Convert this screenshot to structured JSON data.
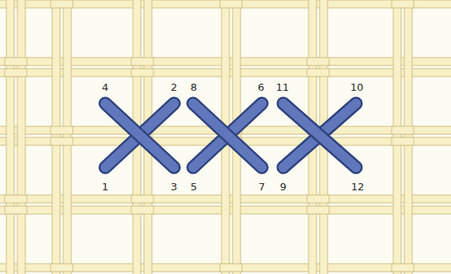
{
  "diagram": {
    "labels": [
      "4",
      "2",
      "8",
      "6",
      "11",
      "10",
      "1",
      "3",
      "5",
      "7",
      "9",
      "12"
    ]
  }
}
